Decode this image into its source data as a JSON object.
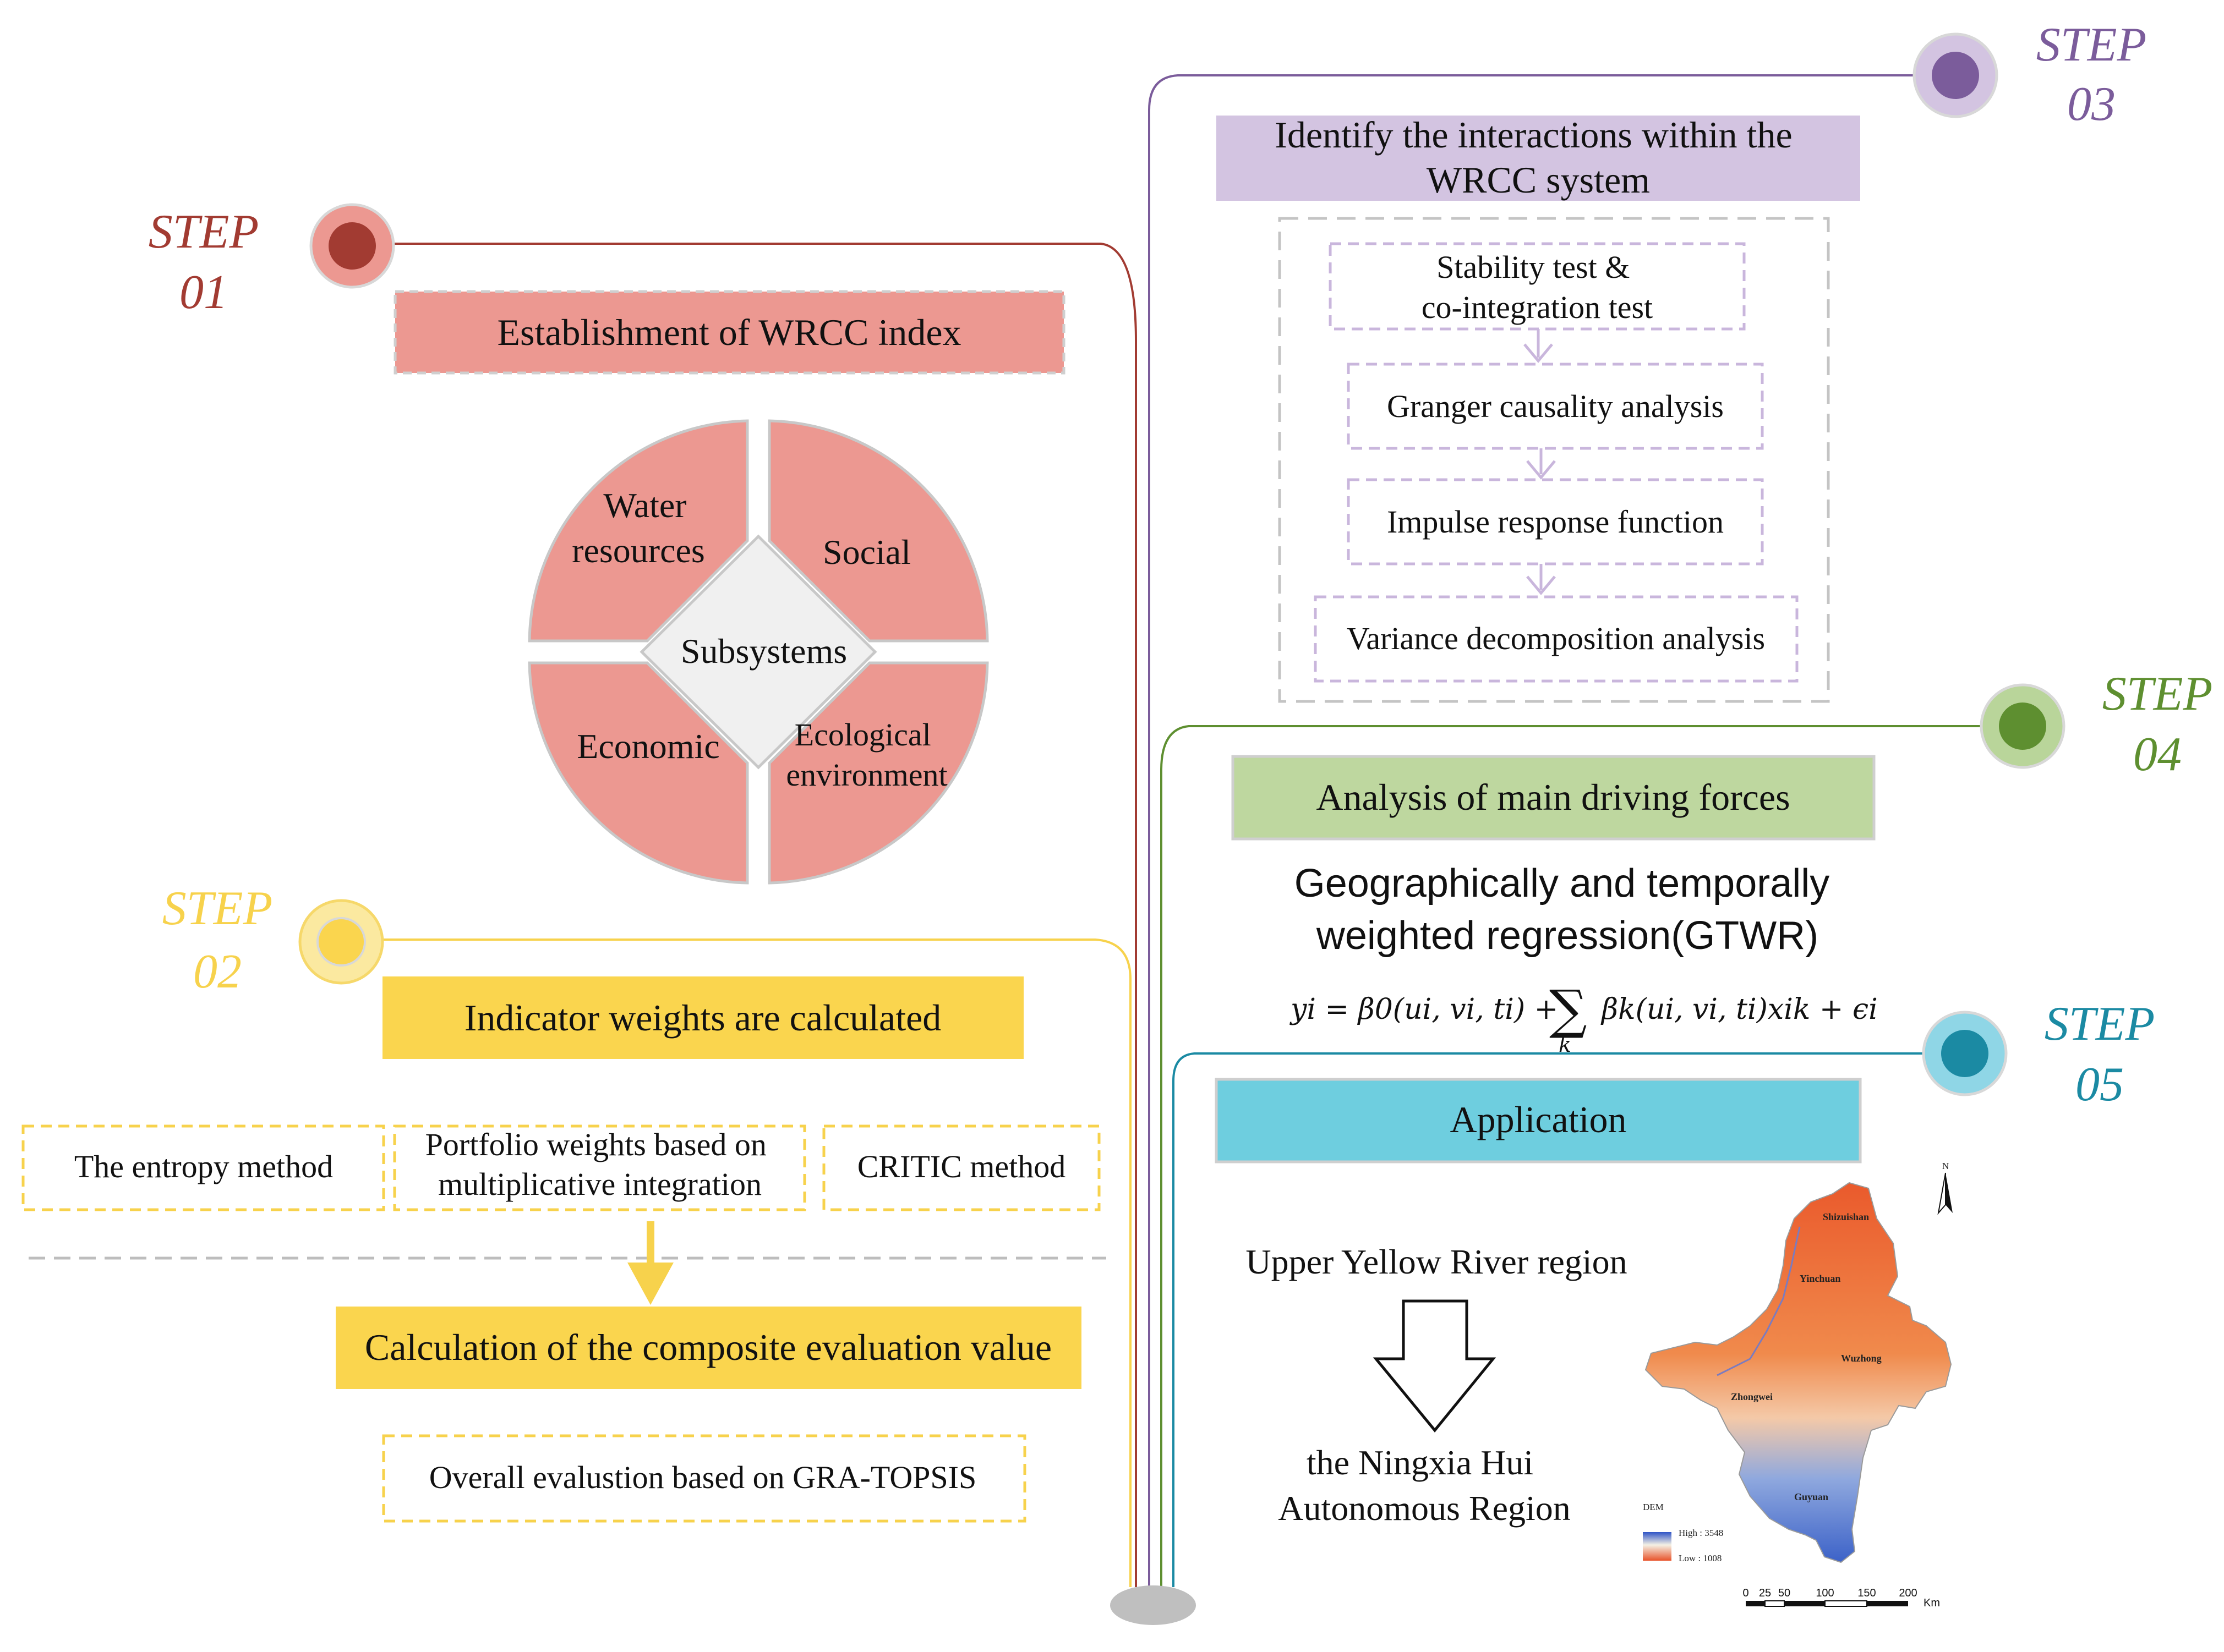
{
  "steps": {
    "s1": {
      "word": "STEP",
      "num": "01",
      "color": "#a23b32",
      "ring": "#e8928b"
    },
    "s2": {
      "word": "STEP",
      "num": "02",
      "color": "#f7d24c",
      "ring": "#fbe9a0"
    },
    "s3": {
      "word": "STEP",
      "num": "03",
      "color": "#7b5c9b",
      "ring": "#d2c4de"
    },
    "s4": {
      "word": "STEP",
      "num": "04",
      "color": "#5e8f30",
      "ring": "#b9d59a"
    },
    "s5": {
      "word": "STEP",
      "num": "05",
      "color": "#1b8aa3",
      "ring": "#8fd6e6"
    }
  },
  "step1": {
    "title": "Establishment of WRCC index",
    "center": "Subsystems",
    "quadrants": {
      "tl": [
        "Water",
        "resources"
      ],
      "tr": [
        "Social"
      ],
      "bl": [
        "Economic"
      ],
      "br": [
        "Ecological",
        "environment"
      ]
    }
  },
  "step2": {
    "title": "Indicator weights are calculated",
    "methods": {
      "entropy": [
        "The entropy method"
      ],
      "portfolio": [
        "Portfolio weights based on",
        "multiplicative integration"
      ],
      "critic": [
        "CRITIC method"
      ]
    },
    "composite": "Calculation of the composite evaluation value",
    "overall": "Overall evalustion based on GRA-TOPSIS"
  },
  "step3": {
    "title": [
      "Identify the interactions within the",
      "WRCC system"
    ],
    "tests": {
      "stability": [
        "Stability test &",
        "co-integration test"
      ],
      "granger": [
        "Granger causality analysis"
      ],
      "impulse": [
        "Impulse response function"
      ],
      "variance": [
        "Variance decomposition analysis"
      ]
    }
  },
  "step4": {
    "title": "Analysis of main driving forces",
    "gtwr": [
      "Geographically and temporally",
      "weighted regression(GTWR)"
    ],
    "formula": {
      "lhs": "yi = β0(ui, vi, ti) +",
      "sum": "∑",
      "sum_index": "k",
      "rhs": "βk(ui, vi, ti)xik + ϵi"
    }
  },
  "step5": {
    "title": "Application",
    "region_from": "Upper Yellow River region",
    "region_to": [
      "the Ningxia Hui",
      "Autonomous Region"
    ],
    "map": {
      "north": "N",
      "cities": [
        "Shizuishan",
        "Yinchuan",
        "Wuzhong",
        "Zhongwei",
        "Guyuan"
      ],
      "legend_title": "DEM",
      "legend_high": "High : 3548",
      "legend_low": "Low : 1008",
      "scale_ticks": [
        "0",
        "25",
        "50",
        "100",
        "150",
        "200"
      ],
      "scale_unit": "Km"
    }
  },
  "colors": {
    "red_fill": "#ec9891",
    "yellow_fill": "#fad54e",
    "purple_fill": "#d3c4e1",
    "green_fill": "#bed79f",
    "teal_fill": "#6ecedf",
    "gray_center": "#f0f0f0"
  }
}
